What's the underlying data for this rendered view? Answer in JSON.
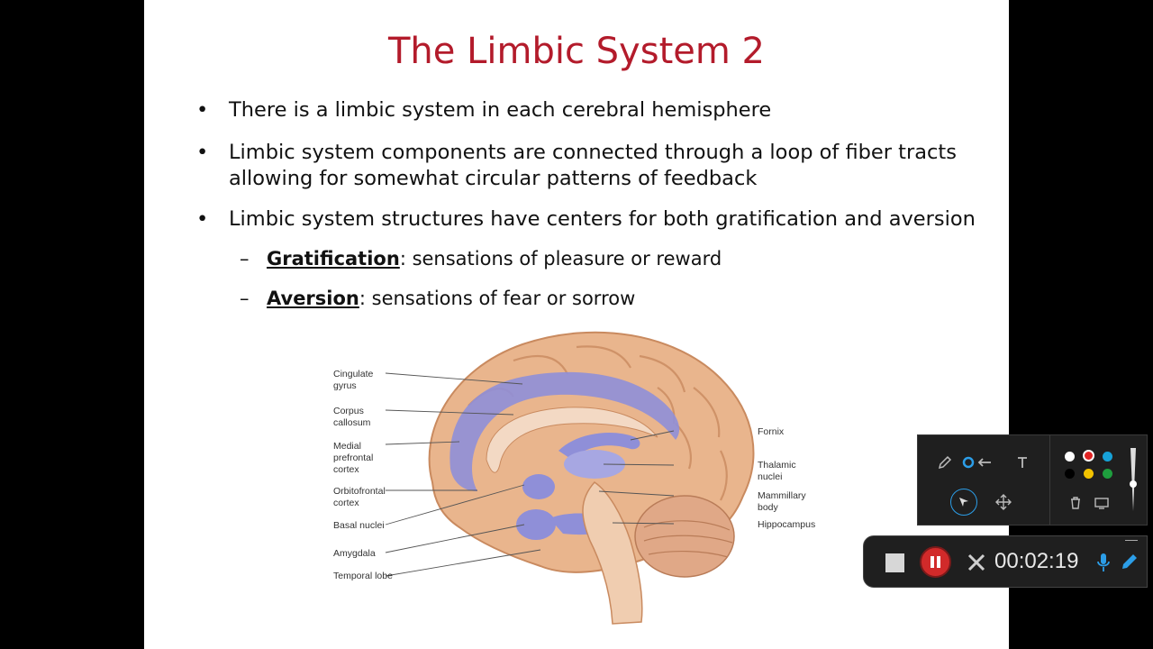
{
  "slide": {
    "title": "The Limbic System 2",
    "bullets": [
      {
        "text": "There is a limbic system in each cerebral hemisphere"
      },
      {
        "line1": "Limbic system components are connected through a loop of fiber tracts",
        "line2": "allowing for somewhat circular patterns of feedback"
      },
      {
        "text": "Limbic system structures have centers for both gratification and aversion"
      }
    ],
    "subbullets": [
      {
        "term": "Gratification",
        "rest": ": sensations of pleasure or reward"
      },
      {
        "term": "Aversion",
        "rest": ": sensations of fear or sorrow"
      }
    ],
    "bullet_glyph": "•",
    "dash_glyph": "–"
  },
  "diagram": {
    "left_labels": [
      {
        "l1": "Cingulate",
        "l2": "gyrus"
      },
      {
        "l1": "Corpus",
        "l2": "callosum"
      },
      {
        "l1": "Medial",
        "l2": "prefrontal",
        "l3": "cortex"
      },
      {
        "l1": "Orbitofrontal",
        "l2": "cortex"
      },
      {
        "l1": "Basal nuclei"
      },
      {
        "l1": "Amygdala"
      },
      {
        "l1": "Temporal lobe"
      }
    ],
    "right_labels": [
      {
        "l1": "Fornix"
      },
      {
        "l1": "Thalamic",
        "l2": "nuclei"
      },
      {
        "l1": "Mammillary",
        "l2": "body"
      },
      {
        "l1": "Hippocampus"
      }
    ],
    "colors": {
      "brain": "#e9b58d",
      "gyri": "#d99a6c",
      "limbic": "#8f8fd8",
      "brainstem": "#f0cdb0"
    }
  },
  "recorder": {
    "timer": "00:02:19",
    "colors": [
      "#ffffff",
      "#e02424",
      "#17a2d8",
      "#000000",
      "#f2c200",
      "#1e9e3e"
    ],
    "icons": [
      "pen-icon",
      "highlighter-icon",
      "arrow-icon",
      "text-icon",
      "pointer-icon",
      "move-icon",
      "trash-icon",
      "whiteboard-icon",
      "stop-icon",
      "pause-icon",
      "close-icon",
      "microphone-icon",
      "pencil-icon",
      "minimize-icon"
    ]
  }
}
